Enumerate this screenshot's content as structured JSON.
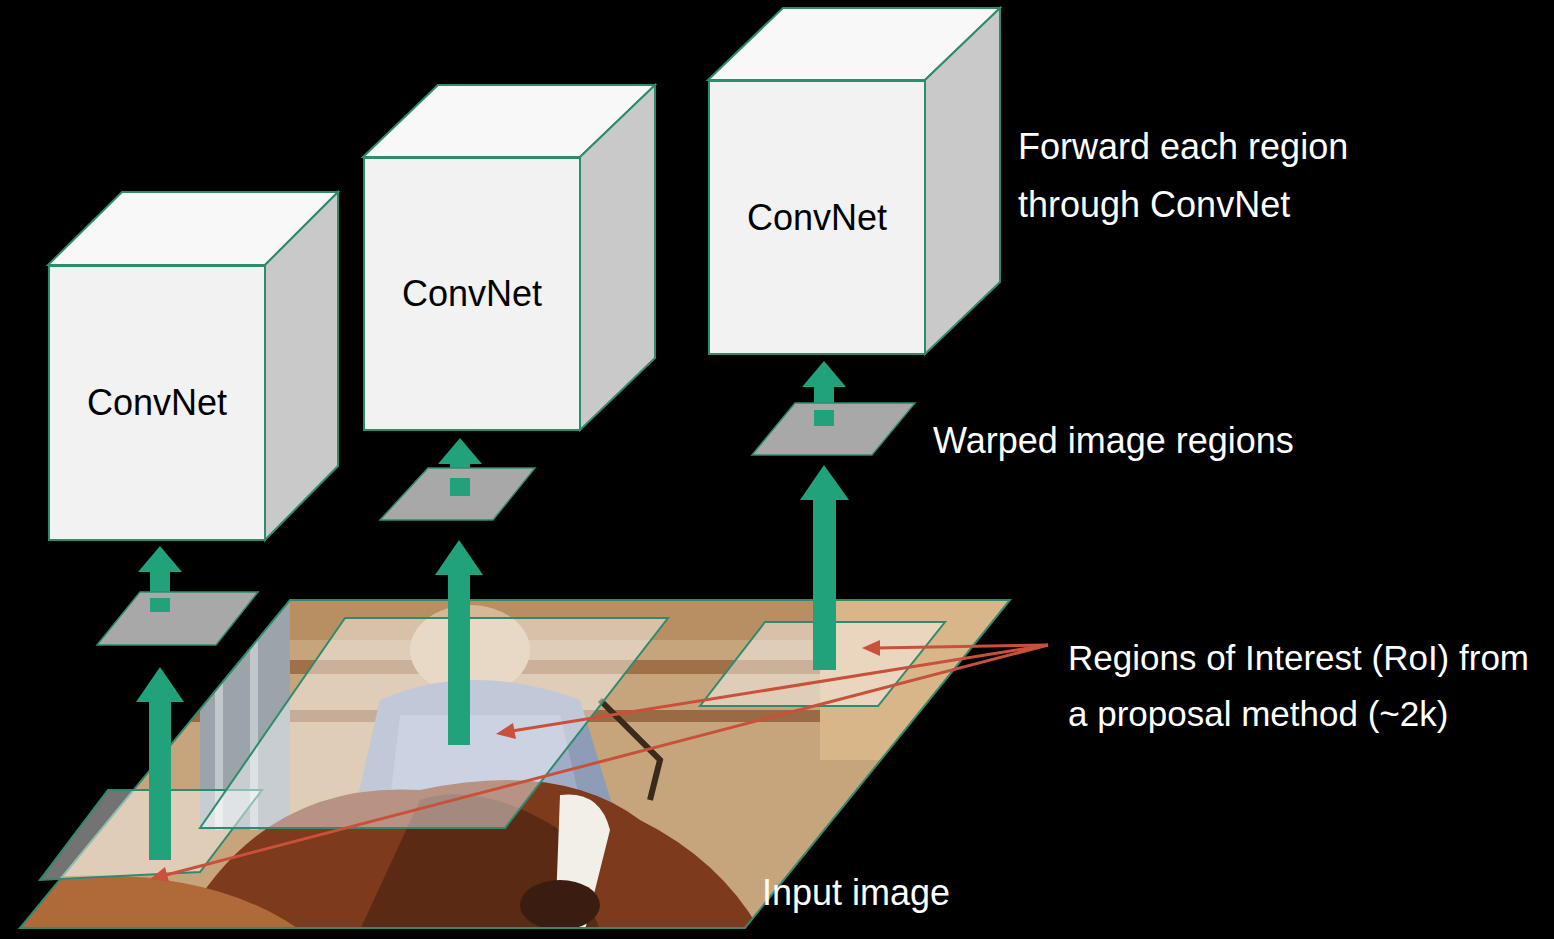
{
  "diagram": {
    "nodes": [
      {
        "text": [
          "ConvNet"
        ]
      },
      {
        "text": [
          "ConvNet"
        ]
      },
      {
        "text": [
          "ConvNet"
        ]
      }
    ],
    "labels": [
      "Forward each region through ConvNet",
      "Warped image regions",
      "Regions of Interest (RoI) from a proposal method (~2k)",
      "Input image"
    ]
  }
}
